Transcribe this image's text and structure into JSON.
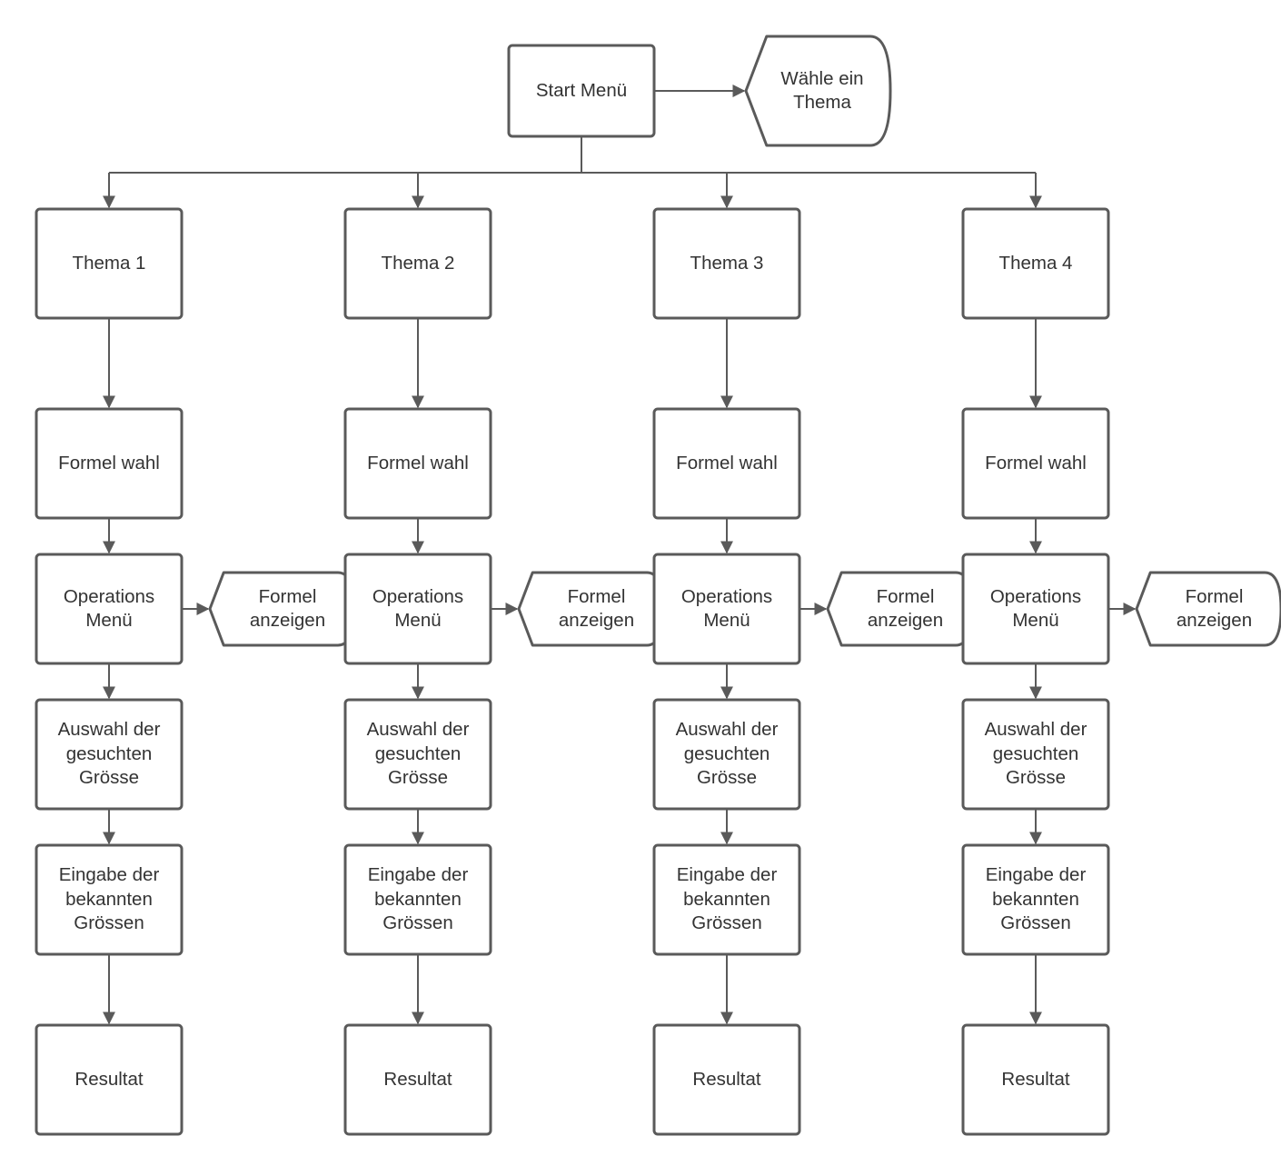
{
  "start": {
    "label": "Start Menü"
  },
  "start_display": {
    "label": "Wähle ein\nThema"
  },
  "columns": [
    {
      "theme": "Thema 1",
      "formula": "Formel wahl",
      "operations": "Operations\nMenü",
      "display": "Formel\nanzeigen",
      "select": "Auswahl der\ngesuchten\nGrösse",
      "input": "Eingabe der\nbekannten\nGrössen",
      "result": "Resultat"
    },
    {
      "theme": "Thema 2",
      "formula": "Formel wahl",
      "operations": "Operations\nMenü",
      "display": "Formel\nanzeigen",
      "select": "Auswahl der\ngesuchten\nGrösse",
      "input": "Eingabe der\nbekannten\nGrössen",
      "result": "Resultat"
    },
    {
      "theme": "Thema 3",
      "formula": "Formel wahl",
      "operations": "Operations\nMenü",
      "display": "Formel\nanzeigen",
      "select": "Auswahl der\ngesuchten\nGrösse",
      "input": "Eingabe der\nbekannten\nGrössen",
      "result": "Resultat"
    },
    {
      "theme": "Thema 4",
      "formula": "Formel wahl",
      "operations": "Operations\nMenü",
      "display": "Formel\nanzeigen",
      "select": "Auswahl der\ngesuchten\nGrösse",
      "input": "Eingabe der\nbekannten\nGrössen",
      "result": "Resultat"
    }
  ],
  "colors": {
    "stroke": "#5a5a5a",
    "fill": "#ffffff",
    "text": "#333333"
  }
}
